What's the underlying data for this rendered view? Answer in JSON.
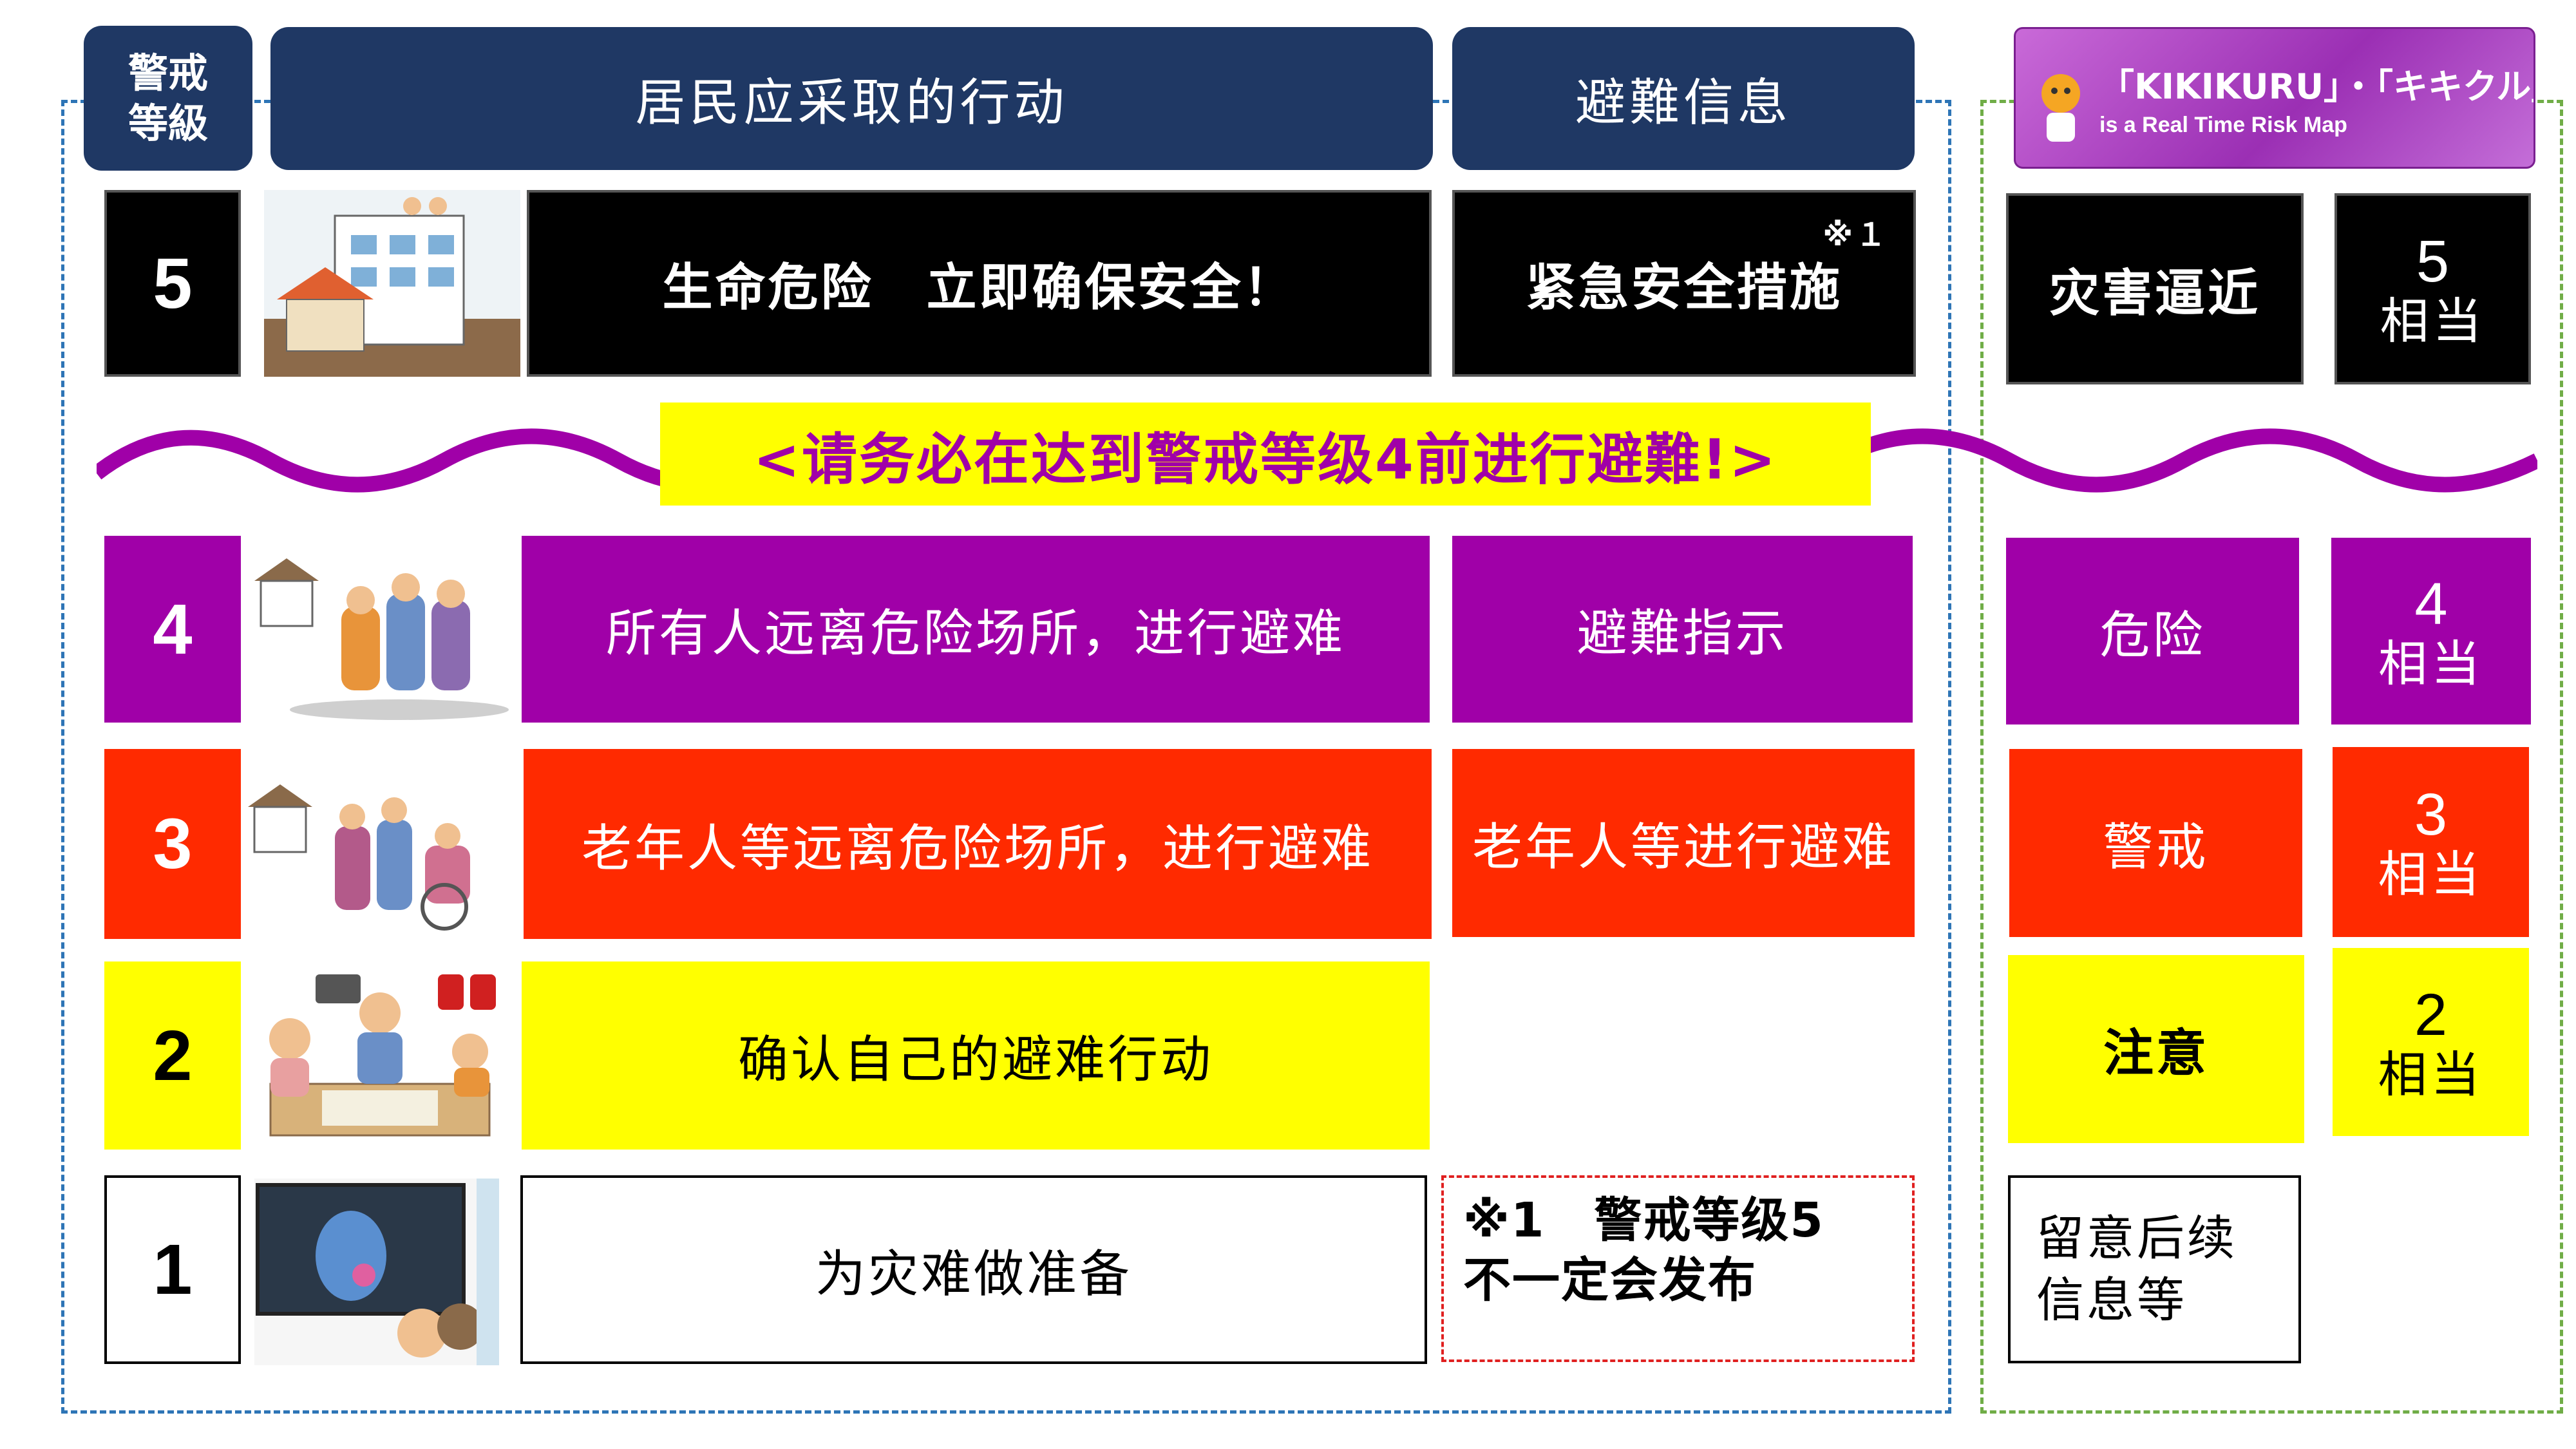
{
  "header": {
    "level_label": "警戒\n等級",
    "actions_label": "居民应采取的行动",
    "evac_info_label": "避難信息",
    "kikikuru_title": "「KIKIKURU」・「キキクル」",
    "kikikuru_sub": "is a Real Time Risk Map"
  },
  "rows": [
    {
      "level": "5",
      "action": "生命危险　立即确保安全！",
      "evac_info": "紧急安全措施",
      "evac_note": "※１",
      "kikikuru": "灾害逼近",
      "equiv_num": "5",
      "equiv_label": "相当"
    },
    {
      "level": "4",
      "action": "所有人远离危险场所，进行避难",
      "evac_info": "避難指示",
      "kikikuru": "危险",
      "equiv_num": "4",
      "equiv_label": "相当"
    },
    {
      "level": "3",
      "action": "老年人等远离危险场所，进行避难",
      "evac_info": "老年人等进行避难",
      "kikikuru": "警戒",
      "equiv_num": "3",
      "equiv_label": "相当"
    },
    {
      "level": "2",
      "action": "确认自己的避难行动",
      "kikikuru": "注意",
      "equiv_num": "2",
      "equiv_label": "相当"
    },
    {
      "level": "1",
      "action": "为灾难做准备",
      "footnote": "※1　警戒等级5\n不一定会发布",
      "kikikuru": "留意后续\n信息等"
    }
  ],
  "banner": "<请务必在达到警戒等级4前进行避難!>",
  "colors": {
    "navy": "#1f3864",
    "purple": "#a000a8",
    "red": "#ff2a00",
    "yellow": "#ffff00",
    "banner_text": "#a000a8",
    "blue_dash": "#2e75b6",
    "green_dash": "#70ad47"
  },
  "icons": {
    "level5": "flood-building-illustration",
    "level4": "evacuating-family-illustration",
    "level3": "elderly-evacuation-illustration",
    "level2": "family-hazard-map-illustration",
    "level1": "weather-forecast-tv-illustration",
    "kikikuru": "kikikuru-mascot-icon"
  }
}
